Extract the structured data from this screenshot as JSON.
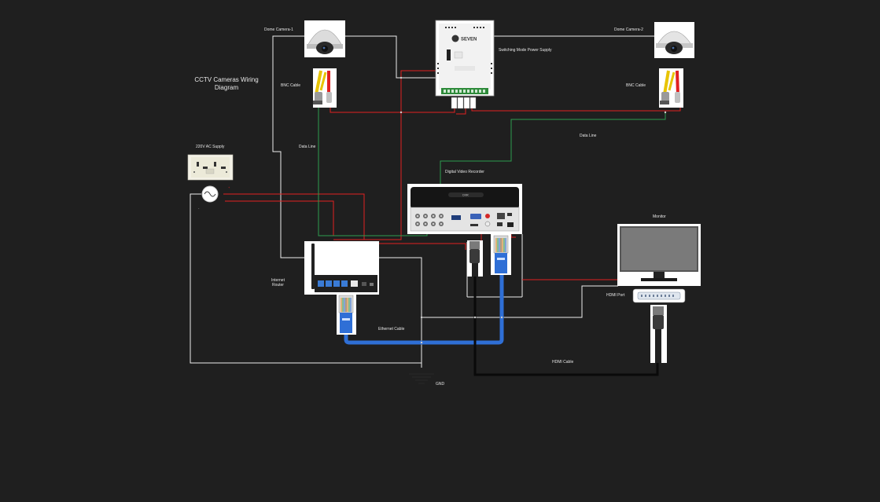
{
  "title": {
    "line1": "CCTV Cameras Wiring",
    "line2": "Diagram"
  },
  "labels": {
    "dome1": "Dome Camera-1",
    "dome2": "Dome Camera-2",
    "psu": "Switching Mode Power Supply",
    "bnc1": "BNC Cable",
    "bnc2": "BNC Cable",
    "ac": "220V AC Supply",
    "data1": "Data Line",
    "data2": "Data Line",
    "dvr": "Digital Video Recorder",
    "monitor": "Monitor",
    "router1": "Internet",
    "router2": "Router",
    "hdmi_port": "HDMI Port",
    "ethernet": "Ethernet Cable",
    "hdmi_cable": "HDMI Cable",
    "gnd": "GND"
  },
  "psu_brand": "SEVEN",
  "dvr_brand": "DVR",
  "colors": {
    "background": "#1f1f1f",
    "power_wire": "#e02020",
    "data_wire": "#2e9e4f",
    "neutral_wire": "#ededed",
    "ethernet_cable": "#2f6fd6",
    "hdmi_cable": "#0a0a0a"
  }
}
